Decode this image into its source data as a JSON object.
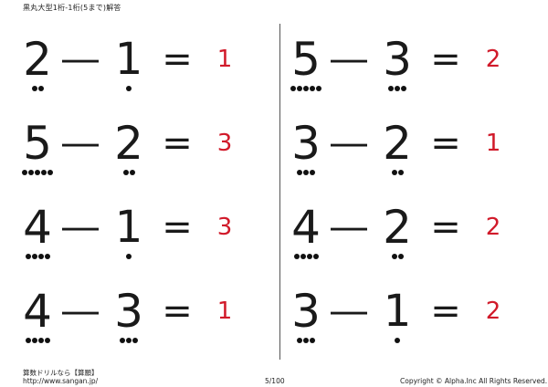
{
  "header": {
    "title": "黒丸大型1桁-1桁(5まで)解答"
  },
  "operator": "―",
  "equals": "=",
  "problems": {
    "left": [
      {
        "a": "2",
        "b": "1",
        "answer": "1"
      },
      {
        "a": "5",
        "b": "2",
        "answer": "3"
      },
      {
        "a": "4",
        "b": "1",
        "answer": "3"
      },
      {
        "a": "4",
        "b": "3",
        "answer": "1"
      }
    ],
    "right": [
      {
        "a": "5",
        "b": "3",
        "answer": "2"
      },
      {
        "a": "3",
        "b": "2",
        "answer": "1"
      },
      {
        "a": "4",
        "b": "2",
        "answer": "2"
      },
      {
        "a": "3",
        "b": "1",
        "answer": "2"
      }
    ]
  },
  "colors": {
    "answer": "#d11a2a",
    "ink": "#111111"
  },
  "footer": {
    "brand": "算数ドリルなら【算願】",
    "url": "http://www.sangan.jp/",
    "page": "5/100",
    "copyright": "Copyright © Alpha.Inc All Rights Reserved."
  }
}
